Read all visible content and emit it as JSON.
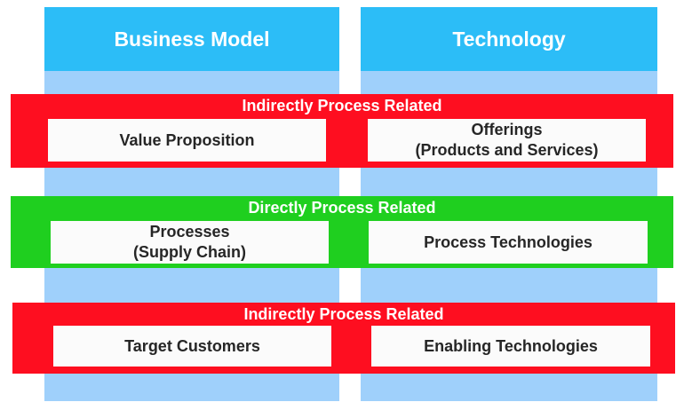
{
  "columns": {
    "business_model": "Business Model",
    "technology": "Technology"
  },
  "bands": {
    "top": {
      "title": "Indirectly Process Related",
      "left_box": "Value Proposition",
      "right_box": "Offerings\n(Products and Services)"
    },
    "middle": {
      "title": "Directly Process Related",
      "left_box": "Processes\n(Supply Chain)",
      "right_box": "Process Technologies"
    },
    "bottom": {
      "title": "Indirectly Process Related",
      "left_box": "Target Customers",
      "right_box": "Enabling Technologies"
    }
  },
  "colors": {
    "column_header": "#2cbdf7",
    "column_body": "#9fd0fb",
    "indirect_band": "#fe0e20",
    "direct_band": "#1fcf1f"
  }
}
